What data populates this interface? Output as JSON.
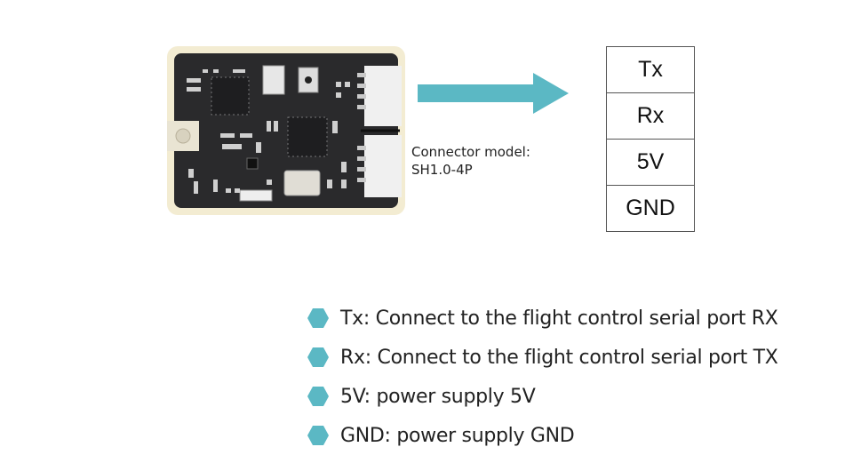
{
  "accent_color": "#5bb8c4",
  "board": {
    "name": "pcb-module"
  },
  "connector": {
    "label_line1": "Connector model:",
    "label_line2": "SH1.0-4P"
  },
  "pins": [
    "Tx",
    "Rx",
    "5V",
    "GND"
  ],
  "notes": [
    "Tx: Connect to the flight control serial port RX",
    "Rx: Connect to the flight control serial port TX",
    "5V: power supply 5V",
    "GND: power supply GND"
  ]
}
